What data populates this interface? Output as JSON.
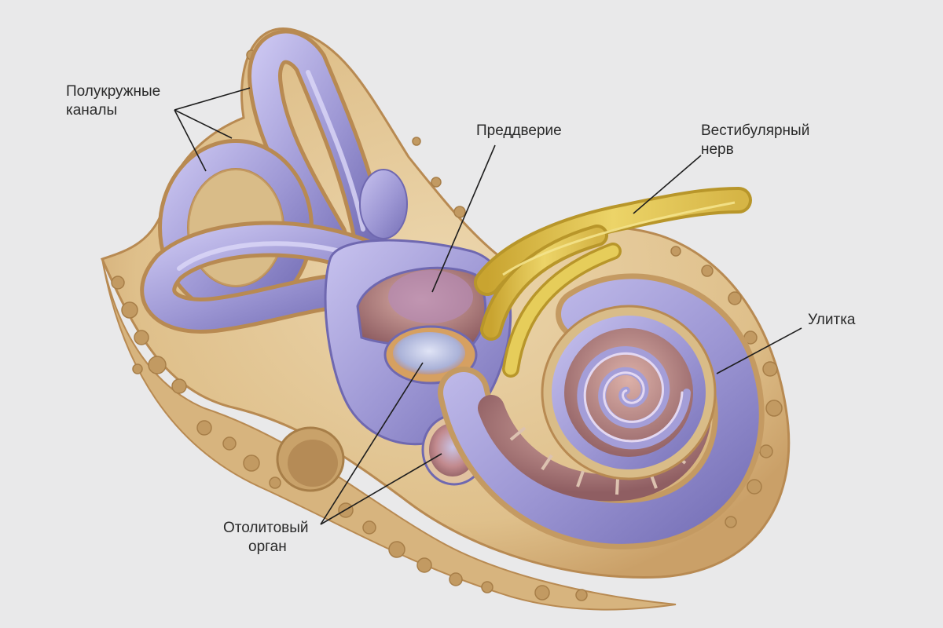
{
  "labels": {
    "semicircular_canals": [
      "Полукружные",
      "каналы"
    ],
    "vestibule": [
      "Преддверие"
    ],
    "vestibular_nerve": [
      "Вестибулярный",
      "нерв"
    ],
    "cochlea": [
      "Улитка"
    ],
    "otolith_organ": [
      "Отолитовый",
      "орган"
    ]
  },
  "colors": {
    "background": "#e9e9ea",
    "bone": "#e4c99a",
    "bone_dark": "#c9a26a",
    "bone_pore": "#b88a52",
    "membrane": "#9d97d4",
    "membrane_light": "#c6c1ee",
    "membrane_dark": "#6f68b0",
    "nerve": "#e3c54a",
    "nerve_dark": "#b8962a",
    "chamber": "#c79a9a",
    "chamber_dark": "#8f5e62",
    "otolith": "#b9c0e0",
    "leader": "#1e1e1e"
  }
}
